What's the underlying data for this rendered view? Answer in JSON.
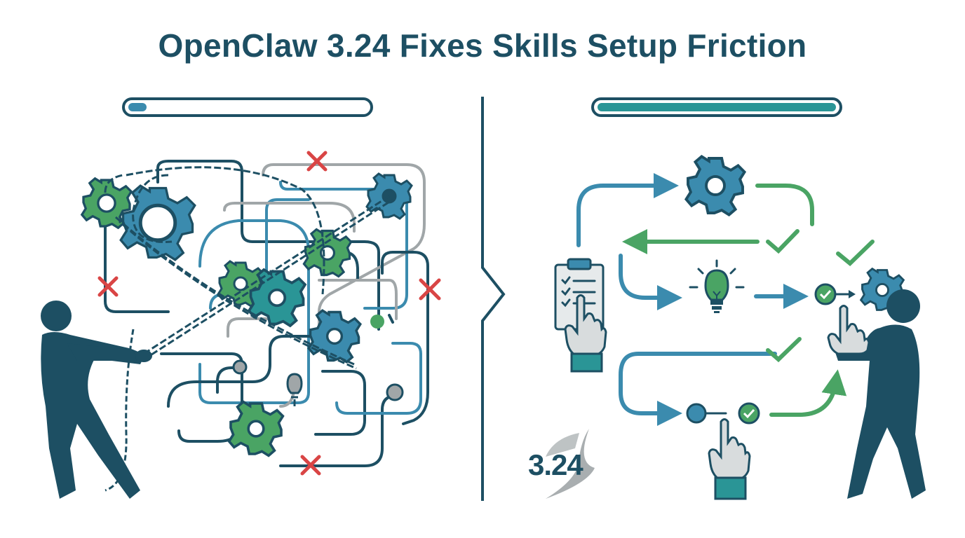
{
  "title": "OpenClaw 3.24 Fixes Skills Setup Friction",
  "version_label": "3.24",
  "before": {
    "progress": 0.07,
    "progress_color": "#3b8bae"
  },
  "after": {
    "progress": 1.0,
    "progress_color": "#2a9596"
  },
  "colors": {
    "navy": "#1d4f63",
    "teal": "#2a9596",
    "blue": "#3b8bae",
    "green": "#4aa464",
    "red": "#d94545",
    "gray": "#a0a6a8"
  }
}
